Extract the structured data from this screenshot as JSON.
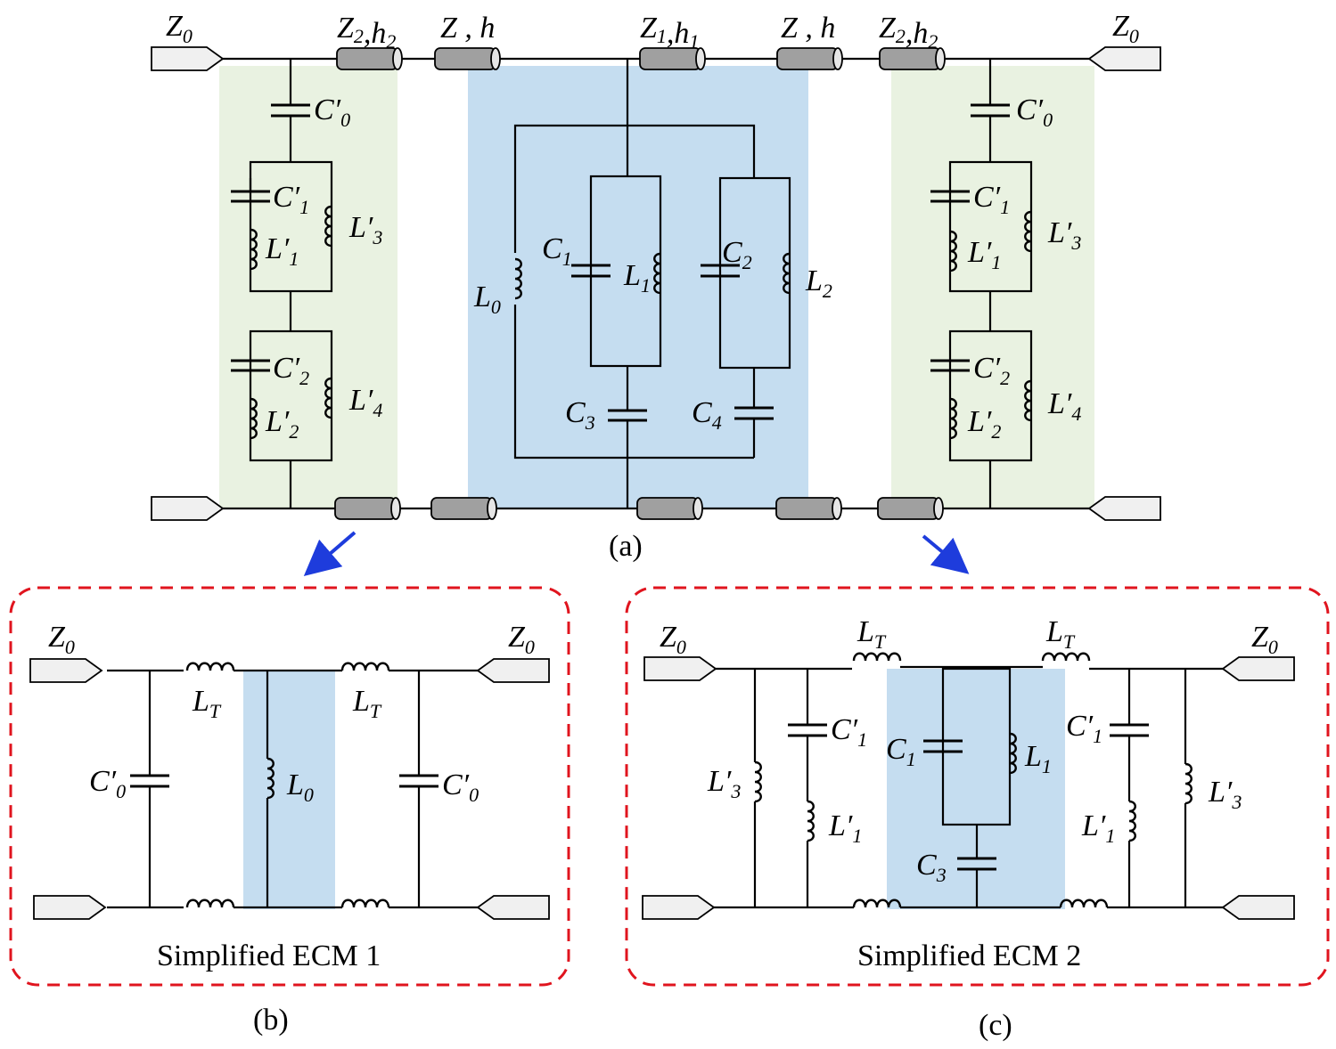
{
  "colors": {
    "green_shade": "#e9f2e1",
    "blue_shade": "#c5ddf0",
    "dashed_box": "#e0141e",
    "arrow": "#1e3cdc"
  },
  "icons": [
    "port-arrow-icon",
    "transmission-line-icon",
    "capacitor-icon",
    "inductor-icon",
    "arrow-icon"
  ],
  "panel_a": {
    "caption": "(a)",
    "labels": {
      "z0_left": "Z0",
      "z0_right": "Z0",
      "z2h2_left": "Z2,h2",
      "zh_left": "Z , h",
      "z1h1": "Z1,h1",
      "zh_right": "Z , h",
      "z2h2_right": "Z2,h2",
      "c0p_left": "C′0",
      "c1p_left": "C′1",
      "l3p_left": "L′3",
      "l1p_left": "L′1",
      "c2p_left": "C′2",
      "l4p_left": "L′4",
      "l2p_left": "L′2",
      "c0p_right": "C′0",
      "c1p_right": "C′1",
      "l3p_right": "L′3",
      "l1p_right": "L′1",
      "c2p_right": "C′2",
      "l4p_right": "L′4",
      "l2p_right": "L′2",
      "l0": "L0",
      "c1": "C1",
      "l1": "L1",
      "c2": "C2",
      "l2": "L2",
      "c3": "C3",
      "c4": "C4"
    }
  },
  "panel_b": {
    "caption": "(b)",
    "title": "Simplified ECM 1",
    "labels": {
      "z0_left": "Z0",
      "z0_right": "Z0",
      "lt_left": "LT",
      "lt_right": "LT",
      "c0p_left": "C′0",
      "c0p_right": "C′0",
      "l0": "L0"
    }
  },
  "panel_c": {
    "caption": "(c)",
    "title": "Simplified ECM 2",
    "labels": {
      "z0_left": "Z0",
      "z0_right": "Z0",
      "lt_left": "LT",
      "lt_right": "LT",
      "c1p_left": "C′1",
      "l1p_left": "L′1",
      "l3p_left": "L′3",
      "c1": "C1",
      "l1": "L1",
      "c3": "C3",
      "c1p_right": "C′1",
      "l1p_right": "L′1",
      "l3p_right": "L′3"
    }
  }
}
